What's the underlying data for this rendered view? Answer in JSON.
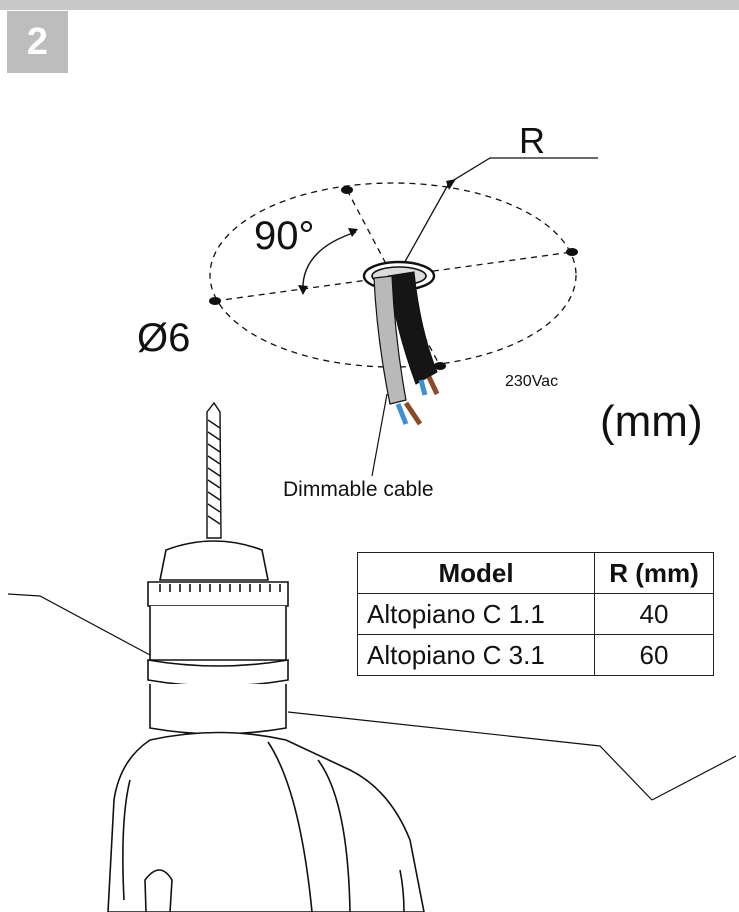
{
  "step_number": "2",
  "labels": {
    "radius": "R",
    "angle": "90°",
    "hole_diameter": "Ø6",
    "voltage": "230Vac",
    "units": "(mm)",
    "dimmable_cable": "Dimmable cable"
  },
  "table": {
    "headers": [
      "Model",
      "R (mm)"
    ],
    "rows": [
      {
        "model": "Altopiano C 1.1",
        "r": "40"
      },
      {
        "model": "Altopiano C 3.1",
        "r": "60"
      }
    ]
  },
  "colors": {
    "line": "#111111",
    "step_badge": "#bdbdbd",
    "top_bar": "#c8c8c8",
    "grey_cable": "#b9b9b9",
    "black_cable": "#151515",
    "blue_wire": "#3d8fd6",
    "brown_wire": "#8a4a25"
  }
}
